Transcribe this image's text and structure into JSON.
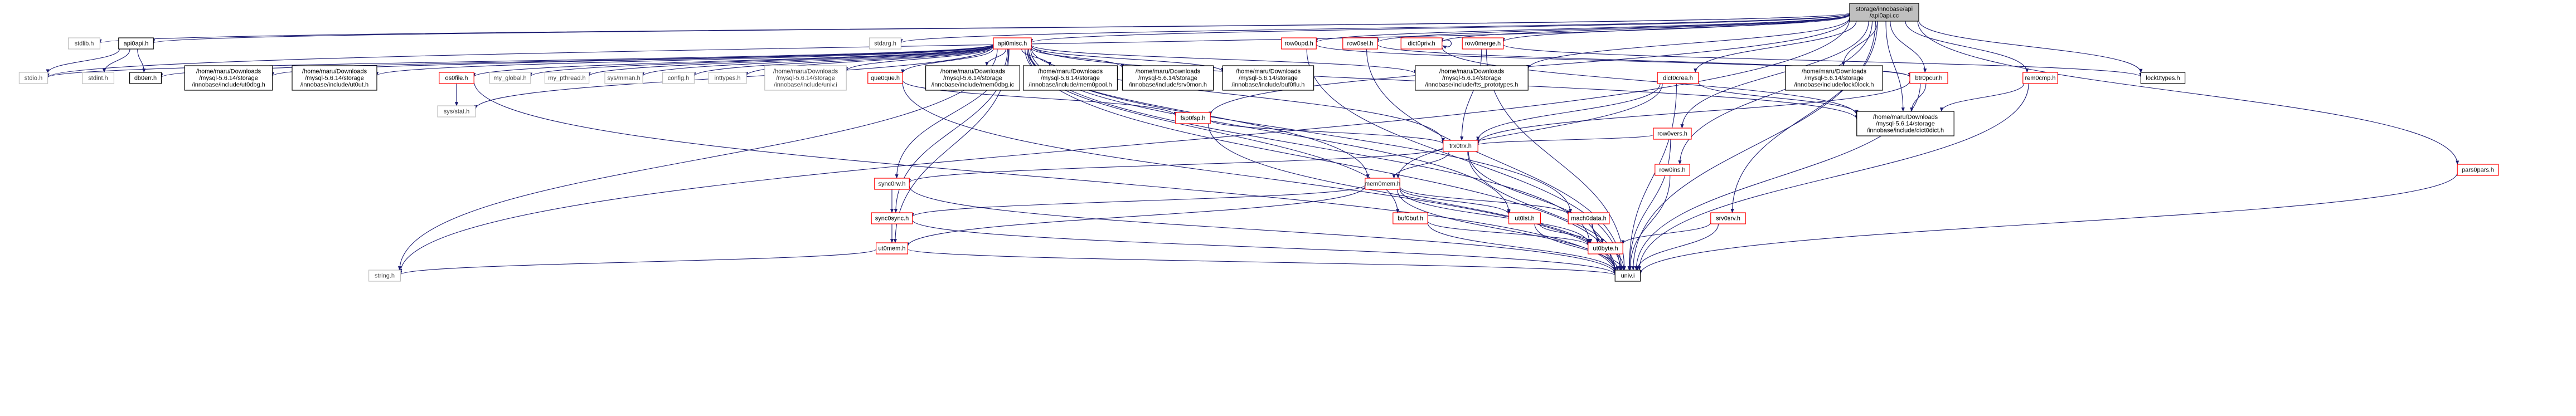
{
  "colors": {
    "edge": "#191970",
    "border_red": "#ff0000",
    "border_black": "#000000",
    "border_gray": "#bfbfbf",
    "text": "#000000",
    "text_gray": "#404040",
    "root_fill": "#bfbfbf",
    "fill": "#ffffff"
  },
  "nodes": [
    {
      "id": "root",
      "lines": [
        "storage/innobase/api",
        "/api0api.cc"
      ],
      "style": "root"
    },
    {
      "id": "api0misc",
      "lines": [
        "api0misc.h"
      ],
      "style": "red"
    },
    {
      "id": "api0api",
      "lines": [
        "api0api.h"
      ],
      "style": "black"
    },
    {
      "id": "stdlib",
      "lines": [
        "stdlib.h"
      ],
      "style": "gray"
    },
    {
      "id": "stdarg",
      "lines": [
        "stdarg.h"
      ],
      "style": "gray"
    },
    {
      "id": "rowSel",
      "lines": [
        "row0sel.h"
      ],
      "style": "red"
    },
    {
      "id": "rowUpd",
      "lines": [
        "row0upd.h"
      ],
      "style": "red"
    },
    {
      "id": "dict0priv",
      "lines": [
        "dict0priv.h"
      ],
      "style": "red"
    },
    {
      "id": "rowMerge",
      "lines": [
        "row0merge.h"
      ],
      "style": "red"
    },
    {
      "id": "stdio",
      "lines": [
        "stdio.h"
      ],
      "style": "gray"
    },
    {
      "id": "stdint",
      "lines": [
        "stdint.h"
      ],
      "style": "gray"
    },
    {
      "id": "db0err",
      "lines": [
        "db0err.h"
      ],
      "style": "black"
    },
    {
      "id": "inc_ut0dbg",
      "lines": [
        "/home/maru/Downloads",
        "/mysql-5.6.14/storage",
        "/innobase/include/ut0dbg.h"
      ],
      "style": "black"
    },
    {
      "id": "inc_ut0ut",
      "lines": [
        "/home/maru/Downloads",
        "/mysql-5.6.14/storage",
        "/innobase/include/ut0ut.h"
      ],
      "style": "black"
    },
    {
      "id": "os0file",
      "lines": [
        "os0file.h"
      ],
      "style": "red"
    },
    {
      "id": "my_global",
      "lines": [
        "my_global.h"
      ],
      "style": "gray"
    },
    {
      "id": "my_pthread",
      "lines": [
        "my_pthread.h"
      ],
      "style": "gray"
    },
    {
      "id": "sys_mman",
      "lines": [
        "sys/mman.h"
      ],
      "style": "gray"
    },
    {
      "id": "config",
      "lines": [
        "config.h"
      ],
      "style": "gray"
    },
    {
      "id": "inttypes",
      "lines": [
        "inttypes.h"
      ],
      "style": "gray"
    },
    {
      "id": "inc_univ",
      "lines": [
        "/home/maru/Downloads",
        "/mysql-5.6.14/storage",
        "/innobase/include/univ.i"
      ],
      "style": "gray"
    },
    {
      "id": "que0que",
      "lines": [
        "que0que.h"
      ],
      "style": "red"
    },
    {
      "id": "inc_mem0dbg",
      "lines": [
        "/home/maru/Downloads",
        "/mysql-5.6.14/storage",
        "/innobase/include/mem0dbg.ic"
      ],
      "style": "black"
    },
    {
      "id": "inc_mem0pool",
      "lines": [
        "/home/maru/Downloads",
        "/mysql-5.6.14/storage",
        "/innobase/include/mem0pool.h"
      ],
      "style": "black"
    },
    {
      "id": "inc_srv0mon",
      "lines": [
        "/home/maru/Downloads",
        "/mysql-5.6.14/storage",
        "/innobase/include/srv0mon.h"
      ],
      "style": "black"
    },
    {
      "id": "inc_buf0flu",
      "lines": [
        "/home/maru/Downloads",
        "/mysql-5.6.14/storage",
        "/innobase/include/buf0flu.h"
      ],
      "style": "black"
    },
    {
      "id": "inc_fts0types",
      "lines": [
        "/home/maru/Downloads",
        "/mysql-5.6.14/storage",
        "/innobase/include/fts_prototypes.h"
      ],
      "style": "black"
    },
    {
      "id": "dict0crea",
      "lines": [
        "dict0crea.h"
      ],
      "style": "red"
    },
    {
      "id": "inc_lock0lock",
      "lines": [
        "/home/maru/Downloads",
        "/mysql-5.6.14/storage",
        "/innobase/include/lock0lock.h"
      ],
      "style": "black"
    },
    {
      "id": "btr0pcur",
      "lines": [
        "btr0pcur.h"
      ],
      "style": "red"
    },
    {
      "id": "rem0cmp",
      "lines": [
        "rem0cmp.h"
      ],
      "style": "red"
    },
    {
      "id": "lock0types",
      "lines": [
        "lock0types.h"
      ],
      "style": "black"
    },
    {
      "id": "sys_stat",
      "lines": [
        "sys/stat.h"
      ],
      "style": "gray"
    },
    {
      "id": "fsp0fsp",
      "lines": [
        "fsp0fsp.h"
      ],
      "style": "red"
    },
    {
      "id": "inc_dict0dict",
      "lines": [
        "/home/maru/Downloads",
        "/mysql-5.6.14/storage",
        "/innobase/include/dict0dict.h"
      ],
      "style": "black"
    },
    {
      "id": "rowVers",
      "lines": [
        "row0vers.h"
      ],
      "style": "red"
    },
    {
      "id": "rowIns",
      "lines": [
        "row0ins.h"
      ],
      "style": "red"
    },
    {
      "id": "pars0pars",
      "lines": [
        "pars0pars.h"
      ],
      "style": "red"
    },
    {
      "id": "trx0trx",
      "lines": [
        "trx0trx.h"
      ],
      "style": "red"
    },
    {
      "id": "sync0rw",
      "lines": [
        "sync0rw.h"
      ],
      "style": "red"
    },
    {
      "id": "mem0mem",
      "lines": [
        "mem0mem.h"
      ],
      "style": "red"
    },
    {
      "id": "sync0sync",
      "lines": [
        "sync0sync.h"
      ],
      "style": "red"
    },
    {
      "id": "buf0buf",
      "lines": [
        "buf0buf.h"
      ],
      "style": "red"
    },
    {
      "id": "ut0lst",
      "lines": [
        "ut0lst.h"
      ],
      "style": "red"
    },
    {
      "id": "mach0data",
      "lines": [
        "mach0data.h"
      ],
      "style": "red"
    },
    {
      "id": "srv0srv",
      "lines": [
        "srv0srv.h"
      ],
      "style": "red"
    },
    {
      "id": "ut0mem",
      "lines": [
        "ut0mem.h"
      ],
      "style": "red"
    },
    {
      "id": "ut0byte",
      "lines": [
        "ut0byte.h"
      ],
      "style": "red"
    },
    {
      "id": "string",
      "lines": [
        "string.h"
      ],
      "style": "gray"
    },
    {
      "id": "univ",
      "lines": [
        "univ.i"
      ],
      "style": "black"
    }
  ],
  "edges": [
    [
      "root",
      "api0misc"
    ],
    [
      "root",
      "api0api"
    ],
    [
      "root",
      "stdlib"
    ],
    [
      "root",
      "stdarg"
    ],
    [
      "root",
      "stdio"
    ],
    [
      "root",
      "string"
    ],
    [
      "root",
      "rowSel"
    ],
    [
      "root",
      "rowUpd"
    ],
    [
      "root",
      "dict0priv"
    ],
    [
      "root",
      "rowMerge"
    ],
    [
      "root",
      "inc_fts0types"
    ],
    [
      "root",
      "dict0crea"
    ],
    [
      "root",
      "inc_lock0lock"
    ],
    [
      "root",
      "btr0pcur"
    ],
    [
      "root",
      "rem0cmp"
    ],
    [
      "root",
      "lock0types"
    ],
    [
      "root",
      "fsp0fsp"
    ],
    [
      "root",
      "inc_dict0dict"
    ],
    [
      "root",
      "rowVers"
    ],
    [
      "root",
      "rowIns"
    ],
    [
      "root",
      "pars0pars"
    ],
    [
      "root",
      "srv0srv"
    ],
    [
      "root",
      "univ"
    ],
    [
      "api0api",
      "stdio"
    ],
    [
      "api0api",
      "stdint"
    ],
    [
      "api0api",
      "db0err"
    ],
    [
      "api0misc",
      "db0err"
    ],
    [
      "api0misc",
      "stdio"
    ],
    [
      "api0misc",
      "inc_ut0dbg"
    ],
    [
      "api0misc",
      "inc_ut0ut"
    ],
    [
      "api0misc",
      "os0file"
    ],
    [
      "api0misc",
      "my_global"
    ],
    [
      "api0misc",
      "my_pthread"
    ],
    [
      "api0misc",
      "sys_mman"
    ],
    [
      "api0misc",
      "config"
    ],
    [
      "api0misc",
      "inttypes"
    ],
    [
      "api0misc",
      "inc_univ"
    ],
    [
      "api0misc",
      "que0que"
    ],
    [
      "api0misc",
      "inc_mem0dbg"
    ],
    [
      "api0misc",
      "inc_mem0pool"
    ],
    [
      "api0misc",
      "inc_srv0mon"
    ],
    [
      "api0misc",
      "inc_buf0flu"
    ],
    [
      "api0misc",
      "inc_fts0types"
    ],
    [
      "api0misc",
      "string"
    ],
    [
      "api0misc",
      "sync0rw"
    ],
    [
      "api0misc",
      "sync0sync"
    ],
    [
      "api0misc",
      "ut0mem"
    ],
    [
      "api0misc",
      "mem0mem"
    ],
    [
      "api0misc",
      "buf0buf"
    ],
    [
      "api0misc",
      "ut0lst"
    ],
    [
      "api0misc",
      "mach0data"
    ],
    [
      "api0misc",
      "trx0trx"
    ],
    [
      "api0misc",
      "ut0byte"
    ],
    [
      "api0misc",
      "univ"
    ],
    [
      "api0misc",
      "inc_dict0dict"
    ],
    [
      "api0misc",
      "sys_stat"
    ],
    [
      "os0file",
      "sys_stat"
    ],
    [
      "os0file",
      "univ"
    ],
    [
      "que0que",
      "fsp0fsp"
    ],
    [
      "que0que",
      "univ"
    ],
    [
      "dict0priv",
      "dict0priv"
    ],
    [
      "dict0priv",
      "inc_dict0dict"
    ],
    [
      "rowUpd",
      "btr0pcur"
    ],
    [
      "rowUpd",
      "univ"
    ],
    [
      "rowSel",
      "btr0pcur"
    ],
    [
      "rowSel",
      "univ"
    ],
    [
      "btr0pcur",
      "inc_dict0dict"
    ],
    [
      "btr0pcur",
      "trx0trx"
    ],
    [
      "btr0pcur",
      "univ"
    ],
    [
      "rowMerge",
      "lock0types"
    ],
    [
      "rowMerge",
      "trx0trx"
    ],
    [
      "rowMerge",
      "univ"
    ],
    [
      "rem0cmp",
      "inc_dict0dict"
    ],
    [
      "rem0cmp",
      "univ"
    ],
    [
      "dict0crea",
      "inc_dict0dict"
    ],
    [
      "dict0crea",
      "trx0trx"
    ],
    [
      "dict0crea",
      "mem0mem"
    ],
    [
      "dict0crea",
      "univ"
    ],
    [
      "fsp0fsp",
      "trx0trx"
    ],
    [
      "fsp0fsp",
      "univ"
    ],
    [
      "rowVers",
      "trx0trx"
    ],
    [
      "rowVers",
      "univ"
    ],
    [
      "rowIns",
      "univ"
    ],
    [
      "pars0pars",
      "univ"
    ],
    [
      "srv0srv",
      "ut0byte"
    ],
    [
      "srv0srv",
      "univ"
    ],
    [
      "trx0trx",
      "sync0rw"
    ],
    [
      "trx0trx",
      "mem0mem"
    ],
    [
      "trx0trx",
      "ut0byte"
    ],
    [
      "trx0trx",
      "univ"
    ],
    [
      "sync0rw",
      "sync0sync"
    ],
    [
      "sync0rw",
      "univ"
    ],
    [
      "mem0mem",
      "sync0sync"
    ],
    [
      "mem0mem",
      "ut0mem"
    ],
    [
      "mem0mem",
      "ut0lst"
    ],
    [
      "mem0mem",
      "mach0data"
    ],
    [
      "mem0mem",
      "ut0byte"
    ],
    [
      "mem0mem",
      "univ"
    ],
    [
      "sync0sync",
      "ut0mem"
    ],
    [
      "sync0sync",
      "univ"
    ],
    [
      "buf0buf",
      "ut0byte"
    ],
    [
      "buf0buf",
      "univ"
    ],
    [
      "ut0lst",
      "ut0byte"
    ],
    [
      "ut0lst",
      "univ"
    ],
    [
      "mach0data",
      "ut0byte"
    ],
    [
      "mach0data",
      "univ"
    ],
    [
      "ut0mem",
      "string"
    ],
    [
      "ut0mem",
      "univ"
    ],
    [
      "ut0byte",
      "univ"
    ]
  ]
}
